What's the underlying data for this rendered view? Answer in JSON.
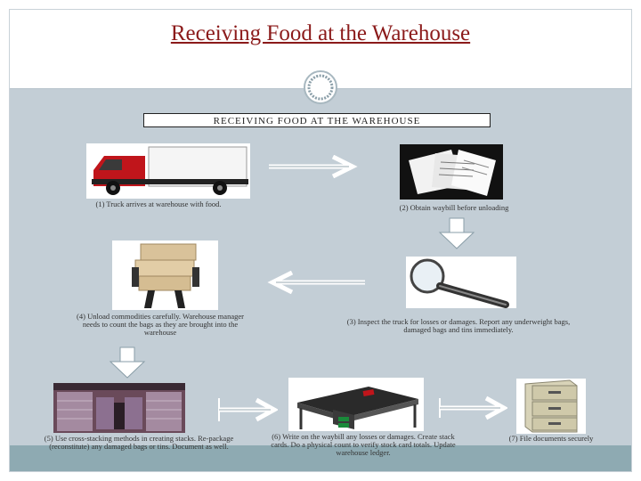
{
  "slide": {
    "title": "Receiving Food at the Warehouse",
    "banner": "RECEIVING FOOD AT THE WAREHOUSE"
  },
  "steps": [
    {
      "label": "(1) Truck arrives at warehouse with food.",
      "image": "truck"
    },
    {
      "label": "(2) Obtain waybill before unloading",
      "image": "papers"
    },
    {
      "label": "(3) Inspect the truck for losses or damages. Report any underweight bags, damaged bags and tins immediately.",
      "image": "magnifying-glass"
    },
    {
      "label": "(4) Unload commodities carefully. Warehouse manager needs to count the bags as they are brought into the warehouse",
      "image": "person-carrying-boxes"
    },
    {
      "label": "(5) Use cross-stacking methods in creating stacks. Re-package (reconstitute) any damaged bags or tins. Document as well.",
      "image": "warehouse-stacks"
    },
    {
      "label": "(6) Write on the waybill any losses or damages. Create stack cards. Do a physical count to verify stock card totals. Update warehouse ledger.",
      "image": "desk"
    },
    {
      "label": "(7) File documents securely",
      "image": "filing-cabinet"
    }
  ],
  "colors": {
    "title": "#8b1a1a",
    "content_bg": "#c3ced6",
    "bottom_bar": "#8eaab2",
    "truck_cab": "#c0151b"
  }
}
